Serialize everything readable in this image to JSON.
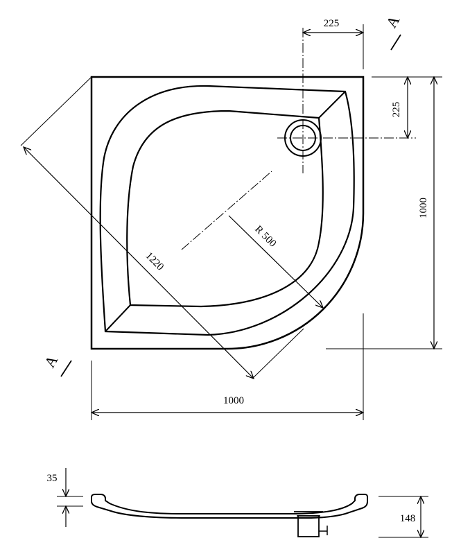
{
  "drawing": {
    "top_view": {
      "dims": {
        "width": "1000",
        "height": "1000",
        "drain_offset_x": "225",
        "drain_offset_y": "225",
        "radius": "R 500",
        "diagonal": "1220"
      },
      "section_marker_top": "A",
      "section_marker_bottom": "A"
    },
    "side_view": {
      "dims": {
        "rim_height": "35",
        "total_height": "148"
      }
    }
  }
}
